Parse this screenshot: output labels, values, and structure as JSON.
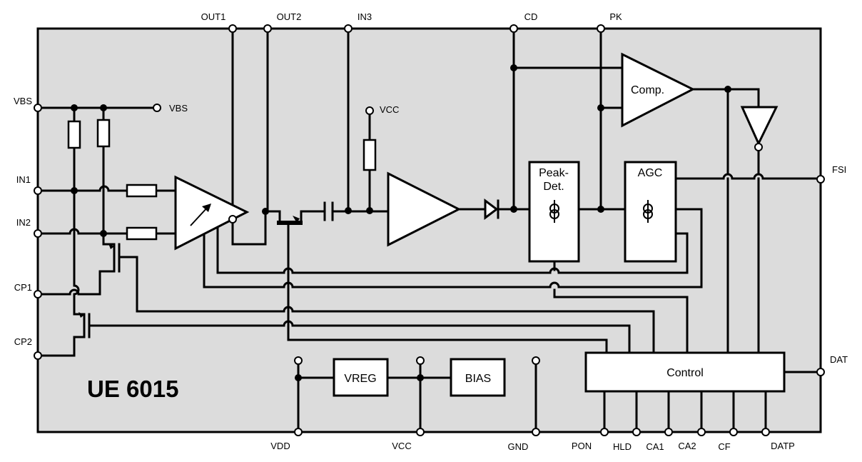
{
  "chip": {
    "title": "UE 6015",
    "body_color": "#dcdcdc"
  },
  "pins": {
    "top": [
      "OUT1",
      "OUT2",
      "IN3",
      "CD",
      "PK"
    ],
    "left": [
      "VBS",
      "IN1",
      "IN2",
      "CP1",
      "CP2"
    ],
    "right": [
      "FSI",
      "DAT"
    ],
    "bottom": [
      "VDD",
      "VCC",
      "GND",
      "PON",
      "HLD",
      "CA1",
      "CA2",
      "CF",
      "DATP"
    ]
  },
  "inner_labels": {
    "vbs": "VBS",
    "vcc": "VCC"
  },
  "blocks": {
    "comp": "Comp.",
    "peak_line1": "Peak-",
    "peak_line2": "Det.",
    "agc": "AGC",
    "vreg": "VREG",
    "bias": "BIAS",
    "control": "Control"
  }
}
